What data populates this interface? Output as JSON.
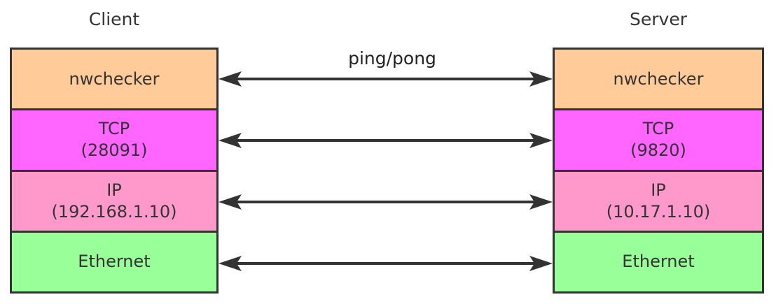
{
  "client": {
    "title": "Client",
    "layers": [
      {
        "name": "nwchecker",
        "detail": "",
        "color": "#ffcc99"
      },
      {
        "name": "TCP",
        "detail": "(28091)",
        "color": "#ff66ff"
      },
      {
        "name": "IP",
        "detail": "(192.168.1.10)",
        "color": "#ff99cc"
      },
      {
        "name": "Ethernet",
        "detail": "",
        "color": "#99ff99"
      }
    ]
  },
  "server": {
    "title": "Server",
    "layers": [
      {
        "name": "nwchecker",
        "detail": "",
        "color": "#ffcc99"
      },
      {
        "name": "TCP",
        "detail": "(9820)",
        "color": "#ff66ff"
      },
      {
        "name": "IP",
        "detail": "(10.17.1.10)",
        "color": "#ff99cc"
      },
      {
        "name": "Ethernet",
        "detail": "",
        "color": "#99ff99"
      }
    ]
  },
  "connection_label": "ping/pong",
  "arrow_color": "#333333",
  "line_color": "#333333"
}
